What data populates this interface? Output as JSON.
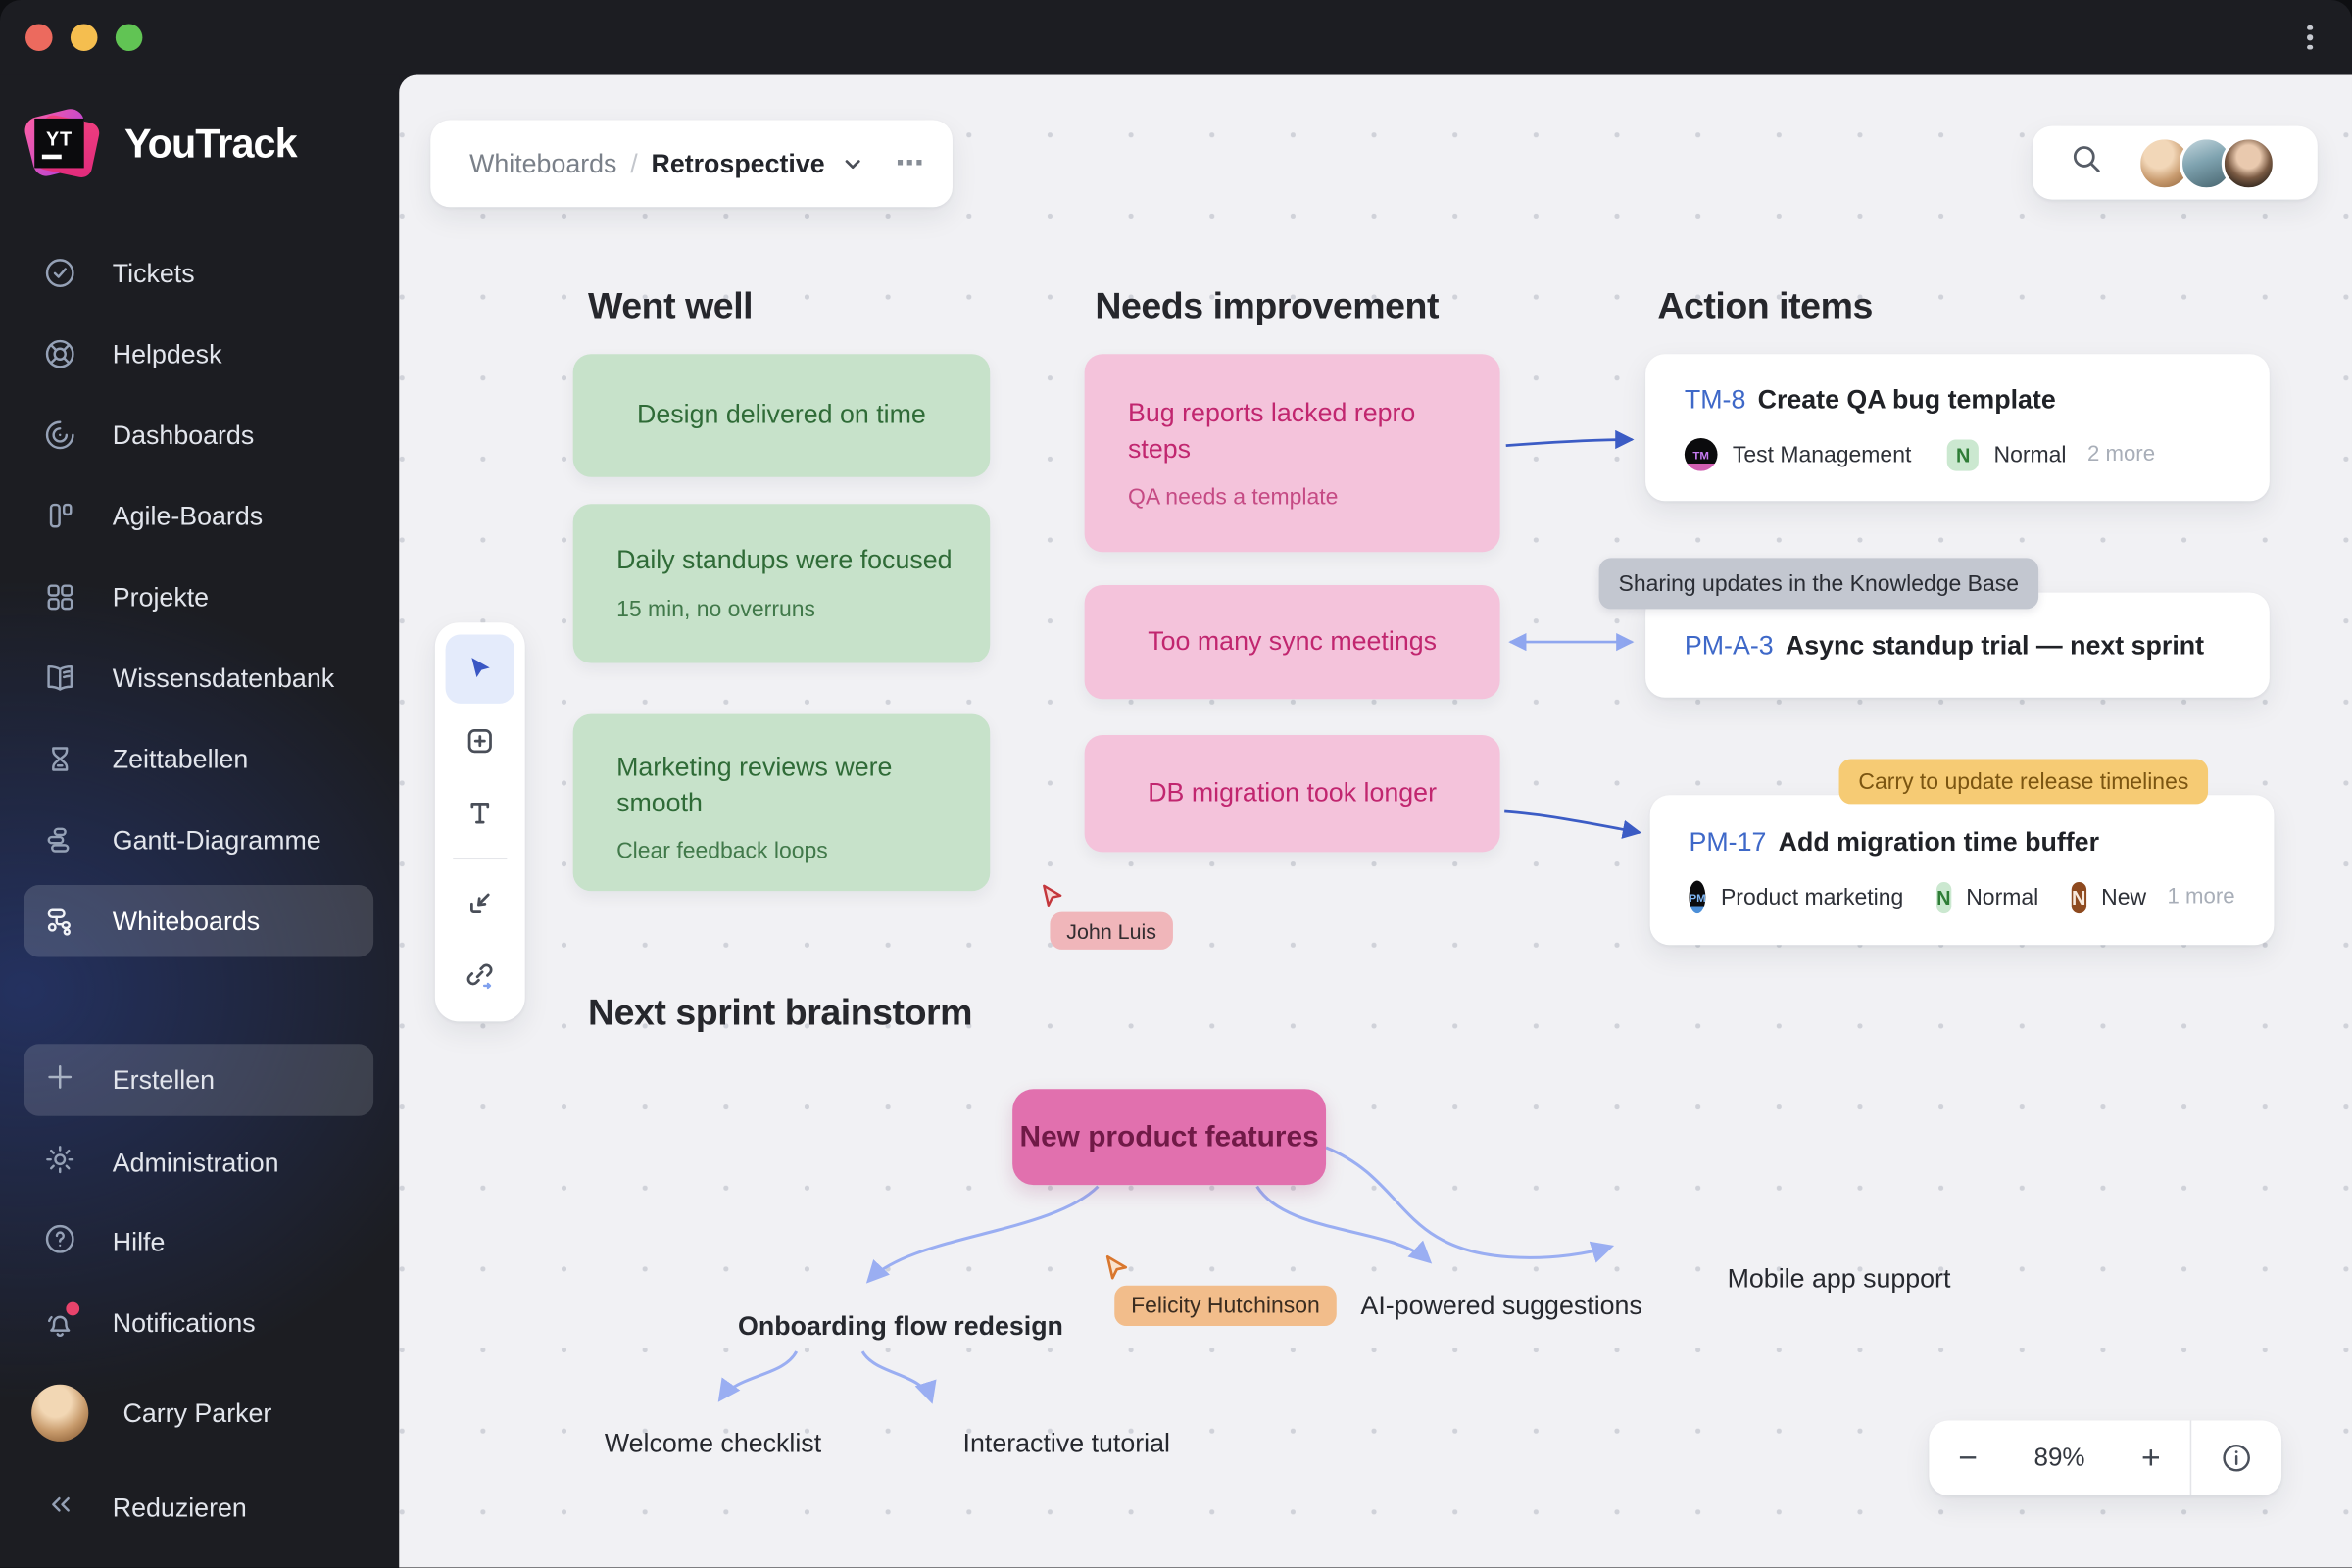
{
  "window": {
    "traffic_lights": [
      "#EC6A5E",
      "#F5BE4F",
      "#61C454"
    ]
  },
  "sidebar": {
    "brand": "YouTrack",
    "logo_text": "YT",
    "items": [
      {
        "icon": "check-circle-icon",
        "label": "Tickets"
      },
      {
        "icon": "lifebuoy-icon",
        "label": "Helpdesk"
      },
      {
        "icon": "gauge-icon",
        "label": "Dashboards"
      },
      {
        "icon": "agile-board-icon",
        "label": "Agile-Boards"
      },
      {
        "icon": "grid-icon",
        "label": "Projekte"
      },
      {
        "icon": "book-icon",
        "label": "Wissensdatenbank"
      },
      {
        "icon": "hourglass-icon",
        "label": "Zeittabellen"
      },
      {
        "icon": "gantt-icon",
        "label": "Gantt-Diagramme"
      },
      {
        "icon": "whiteboard-icon",
        "label": "Whiteboards",
        "active": true
      }
    ],
    "create_label": "Erstellen",
    "footer_items": [
      {
        "icon": "gear-icon",
        "label": "Administration"
      },
      {
        "icon": "help-icon",
        "label": "Hilfe"
      },
      {
        "icon": "bell-icon",
        "label": "Notifications",
        "has_badge": true
      }
    ],
    "user": {
      "name": "Carry Parker"
    },
    "collapse_label": "Reduzieren"
  },
  "topbar": {
    "breadcrumb": {
      "section": "Whiteboards",
      "separator": "/",
      "current": "Retrospective",
      "overflow": "⋯"
    }
  },
  "canvas": {
    "colors": {
      "green_note": "#C7E2CA",
      "pink_note": "#F4C3DB",
      "root_node": "#E170AE",
      "issue_connector": "#3C5CC5",
      "mindmap_connector": "#9AAEF2",
      "canvas_bg": "#F1F1F4"
    },
    "went_well": {
      "title": "Went well",
      "notes": [
        {
          "text": "Design delivered on time",
          "note": ""
        },
        {
          "text": "Daily standups were focused",
          "note": "15 min, no overruns"
        },
        {
          "text": "Marketing reviews were smooth",
          "note": "Clear feedback loops"
        }
      ]
    },
    "needs_improvement": {
      "title": "Needs improvement",
      "notes": [
        {
          "text": "Bug reports lacked repro steps",
          "note": "QA needs a template"
        },
        {
          "text": "Too many sync meetings",
          "note": ""
        },
        {
          "text": "DB migration took longer",
          "note": ""
        }
      ]
    },
    "action_items": {
      "title": "Action items",
      "cards": [
        {
          "id": "TM-8",
          "title": "Create QA bug template",
          "avatar": "TM",
          "project": "Test Management",
          "priority_badge": "N",
          "priority": "Normal",
          "more": "2 more"
        },
        {
          "id": "PM-A-3",
          "title": "Async standup trial — next sprint",
          "tag": "Sharing updates in the Knowledge Base"
        },
        {
          "id": "PM-17",
          "title": "Add migration time buffer",
          "avatar": "PM",
          "project": "Product marketing",
          "priority_badge": "N",
          "priority": "Normal",
          "state_badge": "N",
          "state": "New",
          "more": "1 more",
          "tag": "Carry to update release timelines"
        }
      ]
    },
    "brainstorm": {
      "title": "Next sprint brainstorm",
      "root": "New product features",
      "nodes": [
        {
          "label": "Onboarding flow redesign"
        },
        {
          "label": "AI-powered suggestions"
        },
        {
          "label": "Mobile app support"
        },
        {
          "label": "Welcome checklist"
        },
        {
          "label": "Interactive tutorial"
        }
      ]
    },
    "cursors": [
      {
        "name": "John Luis",
        "color": "#F0B6BA"
      },
      {
        "name": "Felicity Hutchinson",
        "color": "#F2BD8B"
      }
    ],
    "zoom_controls": {
      "minus": "−",
      "level": "89%",
      "plus": "+"
    }
  }
}
